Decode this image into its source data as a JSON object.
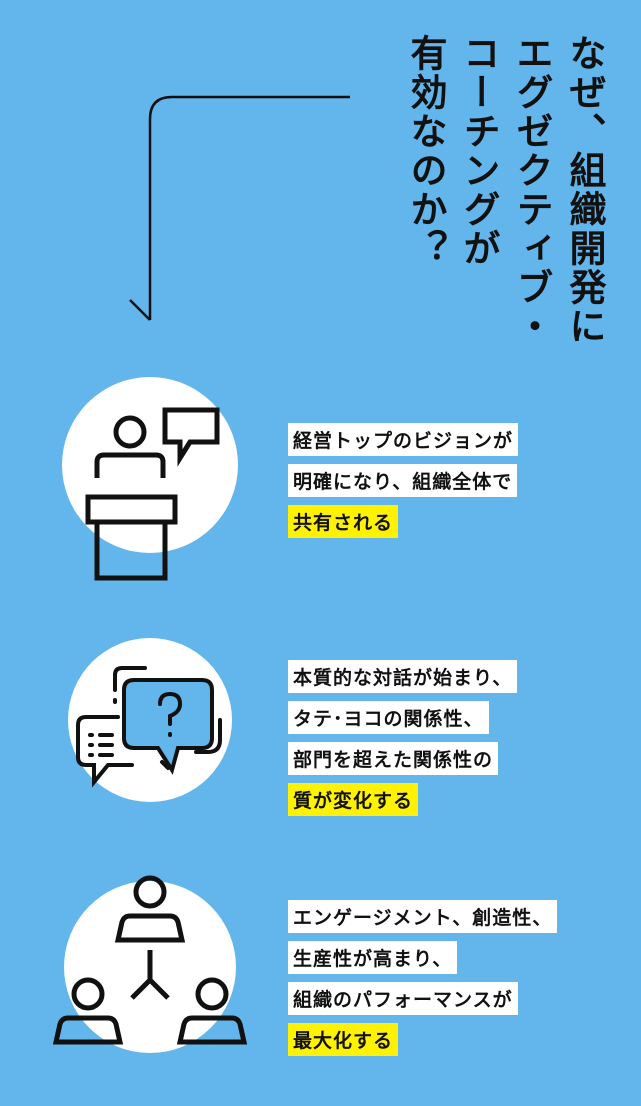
{
  "title": {
    "lines": [
      "なぜ、組織開発に",
      "エグゼクティブ・",
      "コーチングが",
      "有効なのか？"
    ]
  },
  "points": [
    {
      "icon": "speaker-podium-icon",
      "lines": [
        "経営トップのビジョンが",
        "明確になり、組織全体で"
      ],
      "highlight": "共有される"
    },
    {
      "icon": "speech-bubbles-icon",
      "lines": [
        "本質的な対話が始まり、",
        "タテ･ヨコの関係性、",
        "部門を超えた関係性の"
      ],
      "highlight": "質が変化する"
    },
    {
      "icon": "team-network-icon",
      "lines": [
        "エンゲージメント、創造性、",
        "生産性が高まり、",
        "組織のパフォーマンスが"
      ],
      "highlight": "最大化する"
    }
  ],
  "colors": {
    "background": "#62b6ec",
    "highlight": "#fff200"
  }
}
